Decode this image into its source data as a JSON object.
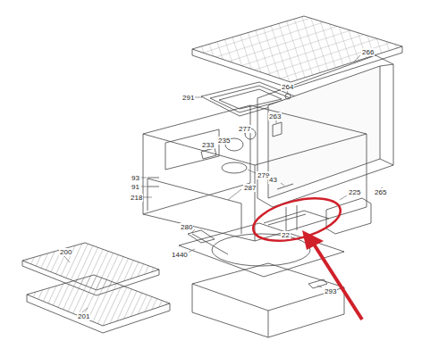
{
  "diagram": {
    "labels": [
      "266",
      "264",
      "291",
      "263",
      "277",
      "235",
      "233",
      "279",
      "93",
      "43",
      "91",
      "287",
      "265",
      "225",
      "218",
      "280",
      "22",
      "1440",
      "200",
      "293",
      "201"
    ]
  }
}
